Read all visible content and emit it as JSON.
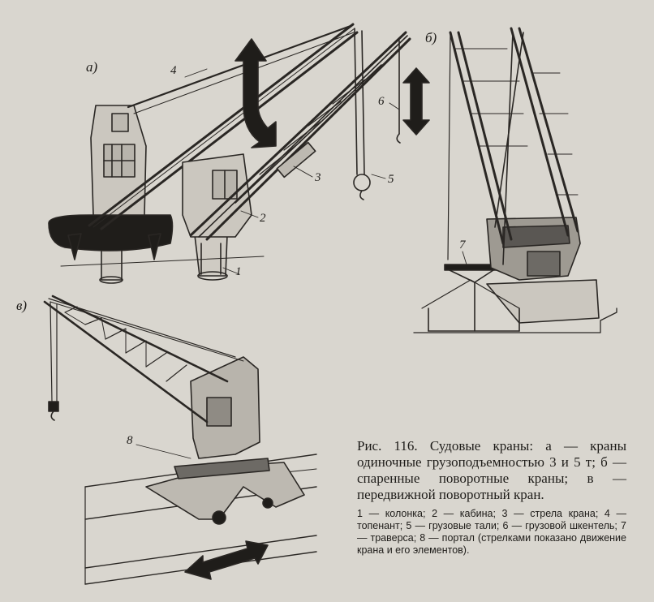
{
  "figure": {
    "panel_labels": {
      "a": "а)",
      "b": "б)",
      "c": "в)"
    },
    "part_numbers": [
      "1",
      "2",
      "3",
      "4",
      "5",
      "6",
      "7",
      "8"
    ]
  },
  "caption": {
    "title": "Рис. 116. Судовые краны: а — краны одиночные грузоподъемностью 3 и 5 т; б — спаренные поворотные краны; в — передвижной поворотный кран.",
    "legend": "1 — колонка; 2 — кабина; 3 — стрела крана; 4 — топенант; 5 — грузовые тали; 6 — грузовой шкентель; 7 — траверса; 8 — портал (стрелками показано движение крана и его элементов)."
  }
}
